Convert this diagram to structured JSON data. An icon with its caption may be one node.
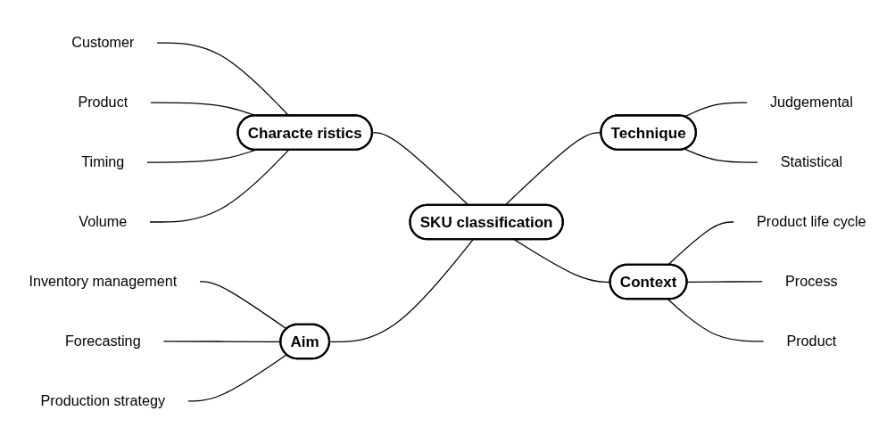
{
  "diagram": {
    "nodes": [
      {
        "text": [
          "Customer"
        ]
      },
      {
        "text": [
          "Product"
        ]
      },
      {
        "text": [
          "Judgemental"
        ]
      },
      {
        "text": [
          "Timing"
        ]
      },
      {
        "text": [
          "Volume"
        ]
      },
      {
        "text": [
          "Characte ristics"
        ]
      },
      {
        "text": [
          "Technique"
        ]
      },
      {
        "text": [
          "Statistical"
        ]
      },
      {
        "text": [
          "SKU classification"
        ]
      },
      {
        "text": [
          "Inventory management"
        ]
      },
      {
        "text": [
          "Product life cycle"
        ]
      },
      {
        "text": [
          "Aim"
        ]
      },
      {
        "text": [
          "Context"
        ]
      },
      {
        "text": [
          "Forecasting"
        ]
      },
      {
        "text": [
          "Production strategy"
        ]
      },
      {
        "text": [
          "Process"
        ]
      },
      {
        "text": [
          "Product"
        ]
      }
    ],
    "edges": [
      {
        "from": 0,
        "to": 5,
        "arrow": "none"
      },
      {
        "from": 1,
        "to": 5,
        "arrow": "none"
      },
      {
        "from": 3,
        "to": 5,
        "arrow": "none"
      },
      {
        "from": 4,
        "to": 5,
        "arrow": "none"
      },
      {
        "from": 5,
        "to": 8,
        "arrow": "none"
      },
      {
        "from": 8,
        "to": 6,
        "arrow": "none"
      },
      {
        "from": 6,
        "to": 2,
        "arrow": "none"
      },
      {
        "from": 6,
        "to": 7,
        "arrow": "none"
      },
      {
        "from": 11,
        "to": 8,
        "arrow": "none"
      },
      {
        "from": 8,
        "to": 12,
        "arrow": "none"
      },
      {
        "from": 9,
        "to": 11,
        "arrow": "none"
      },
      {
        "from": 13,
        "to": 11,
        "arrow": "none"
      },
      {
        "from": 14,
        "to": 11,
        "arrow": "none"
      },
      {
        "from": 12,
        "to": 10,
        "arrow": "none"
      },
      {
        "from": 12,
        "to": 15,
        "arrow": "none"
      },
      {
        "from": 12,
        "to": 16,
        "arrow": "none"
      }
    ]
  }
}
